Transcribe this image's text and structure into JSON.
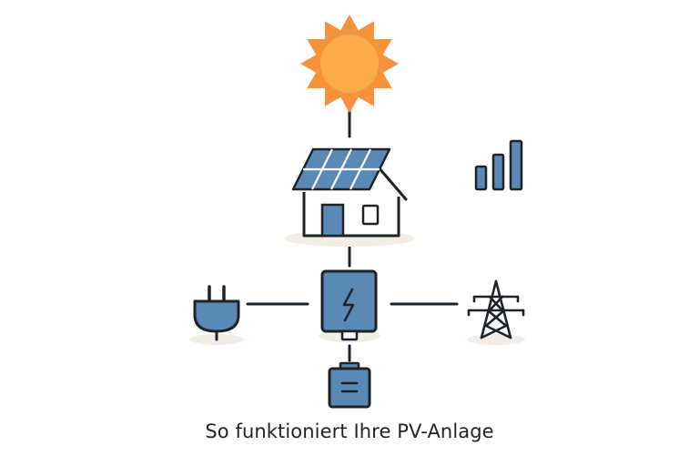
{
  "caption": "So funktioniert Ihre PV-Anlage",
  "colors": {
    "sun": "#f6923a",
    "sun_core": "#fbab4c",
    "stroke": "#1e2328",
    "blue": "#5b89b5",
    "blue_light": "#8fb2d4",
    "shadow": "#f2ede6",
    "background": "#ffffff"
  },
  "nodes": [
    {
      "id": "sun",
      "icon": "sun-icon"
    },
    {
      "id": "house",
      "icon": "house-with-solar-panels-icon"
    },
    {
      "id": "monitoring",
      "icon": "signal-bars-icon"
    },
    {
      "id": "inverter",
      "icon": "inverter-lightning-icon"
    },
    {
      "id": "consumption",
      "icon": "power-plug-icon"
    },
    {
      "id": "grid",
      "icon": "power-pylon-icon"
    },
    {
      "id": "storage",
      "icon": "battery-icon"
    }
  ],
  "edges": [
    {
      "from": "sun",
      "to": "house"
    },
    {
      "from": "house",
      "to": "inverter"
    },
    {
      "from": "consumption",
      "to": "inverter"
    },
    {
      "from": "inverter",
      "to": "grid"
    },
    {
      "from": "inverter",
      "to": "storage"
    }
  ]
}
